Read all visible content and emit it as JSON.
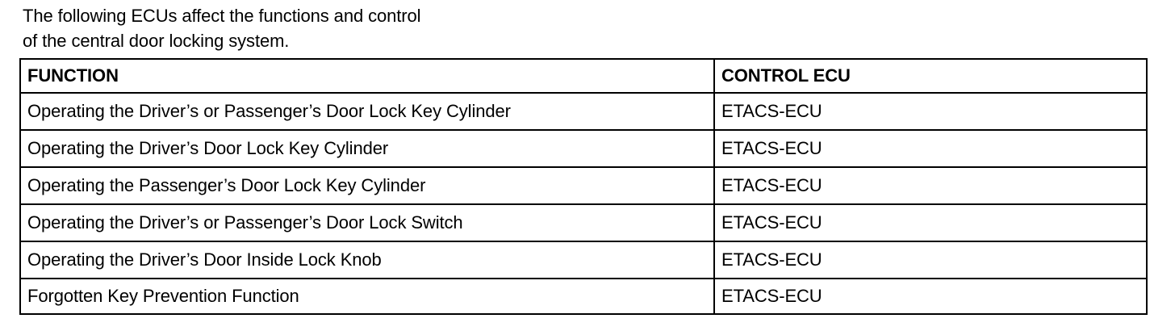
{
  "intro": {
    "line1": "The following ECUs affect the functions and control",
    "line2": "of the central door locking system."
  },
  "table": {
    "headers": {
      "function": "FUNCTION",
      "control_ecu": "CONTROL ECU"
    },
    "rows": [
      {
        "function": "Operating the Driver’s or Passenger’s Door Lock Key Cylinder",
        "control_ecu": "ETACS-ECU"
      },
      {
        "function": "Operating the Driver’s Door Lock Key Cylinder",
        "control_ecu": "ETACS-ECU"
      },
      {
        "function": "Operating the Passenger’s Door Lock Key Cylinder",
        "control_ecu": "ETACS-ECU"
      },
      {
        "function": "Operating the Driver’s or Passenger’s Door Lock Switch",
        "control_ecu": "ETACS-ECU"
      },
      {
        "function": "Operating the Driver’s Door Inside Lock Knob",
        "control_ecu": "ETACS-ECU"
      },
      {
        "function": "Forgotten Key Prevention Function",
        "control_ecu": "ETACS-ECU"
      }
    ]
  },
  "colors": {
    "text": "#000000",
    "background": "#ffffff",
    "border": "#000000"
  }
}
